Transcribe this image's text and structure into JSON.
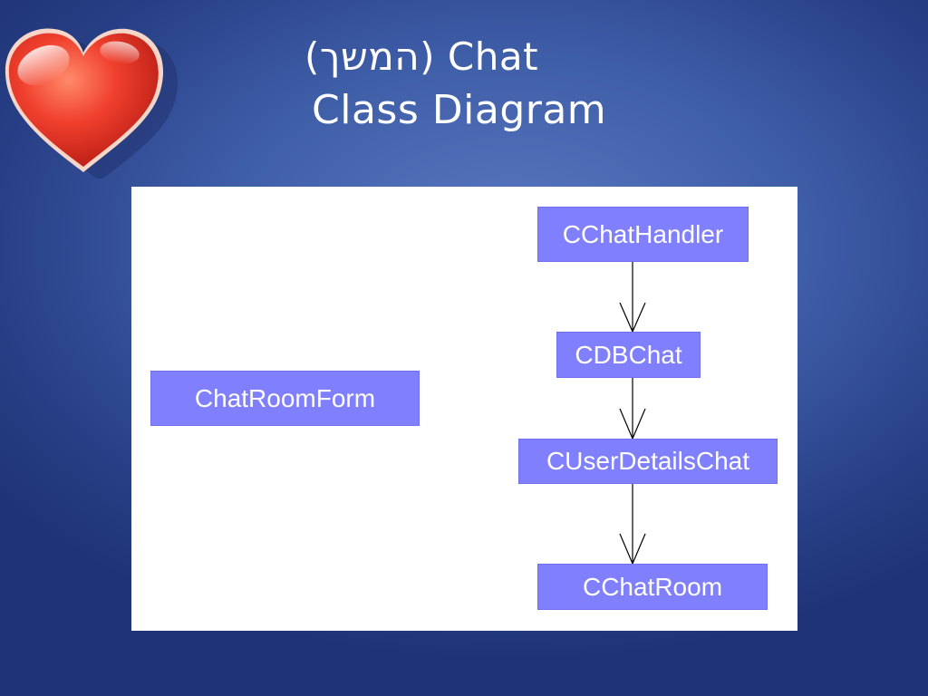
{
  "slide": {
    "title_line1": "(המשך) Chat",
    "title_line2": "Class Diagram"
  },
  "diagram": {
    "classes": {
      "chat_room_form": "ChatRoomForm",
      "c_chat_handler": "CChatHandler",
      "c_db_chat": "CDBChat",
      "c_user_details_chat": "CUserDetailsChat",
      "c_chat_room": "CChatRoom"
    },
    "relations": [
      {
        "from": "CChatHandler",
        "to": "CDBChat"
      },
      {
        "from": "CDBChat",
        "to": "CUserDetailsChat"
      },
      {
        "from": "CUserDetailsChat",
        "to": "CChatRoom"
      }
    ]
  },
  "colors": {
    "background": "#3f5ea8",
    "class_box": "#8080ff",
    "class_text": "#ffffff",
    "arrow": "#000000",
    "heart": "#e8322a"
  },
  "icons": {
    "decoration": "heart-icon"
  }
}
